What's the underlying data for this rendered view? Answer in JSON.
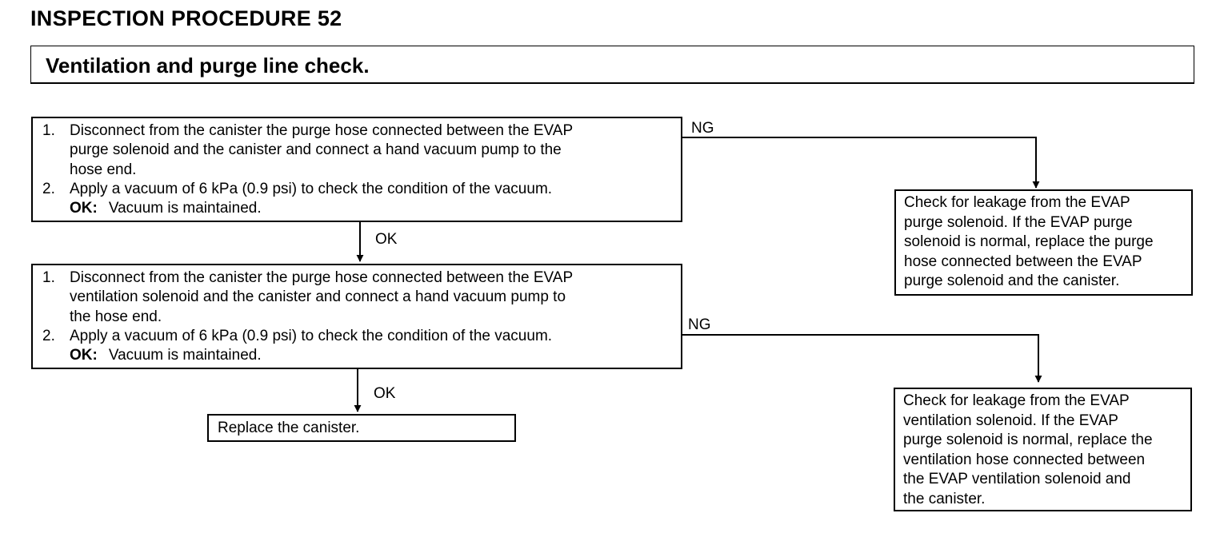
{
  "header": {
    "procedure_title": "INSPECTION PROCEDURE 52"
  },
  "title_box": {
    "text": "Ventilation and purge line check."
  },
  "step_box_1": {
    "items": [
      {
        "num": "1.",
        "lines": [
          "Disconnect from the canister the purge hose connected between the EVAP",
          "purge solenoid and the canister and connect a hand vacuum pump to the",
          "hose end."
        ]
      },
      {
        "num": "2.",
        "lines": [
          "Apply a vacuum of 6 kPa (0.9 psi) to check the condition of the vacuum."
        ]
      }
    ],
    "ok_label": "OK:",
    "ok_text": "Vacuum is maintained."
  },
  "step_box_2": {
    "items": [
      {
        "num": "1.",
        "lines": [
          "Disconnect from the canister the purge hose connected between the EVAP",
          "ventilation solenoid and the canister and connect a hand vacuum pump to",
          "the hose end."
        ]
      },
      {
        "num": "2.",
        "lines": [
          "Apply a vacuum of 6 kPa (0.9 psi) to check the condition of the vacuum."
        ]
      }
    ],
    "ok_label": "OK:",
    "ok_text": "Vacuum is maintained."
  },
  "result_box_1": {
    "lines": [
      "Check for leakage from the EVAP",
      "purge solenoid. If the EVAP purge",
      "solenoid is normal, replace the purge",
      "hose connected between the EVAP",
      "purge solenoid and the canister."
    ]
  },
  "result_box_2": {
    "lines": [
      "Check for leakage from the EVAP",
      "ventilation solenoid. If the EVAP",
      "purge solenoid is normal, replace the",
      "ventilation hose connected between",
      "the EVAP ventilation solenoid and",
      "the canister."
    ]
  },
  "final_box": {
    "text": "Replace the canister."
  },
  "labels": {
    "ng_1": "NG",
    "ok_1": "OK",
    "ng_2": "NG",
    "ok_2": "OK"
  }
}
